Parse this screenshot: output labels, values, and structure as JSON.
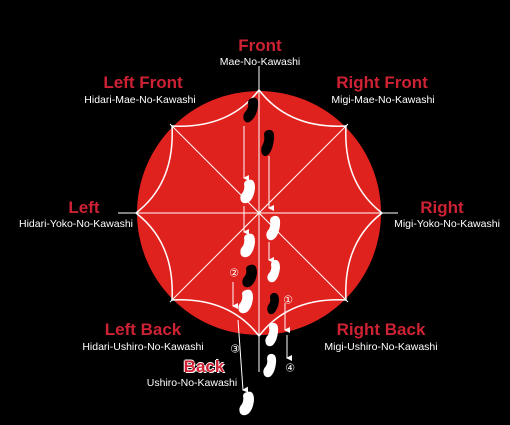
{
  "colors": {
    "background": "#000000",
    "disc": "#e0221e",
    "lines": "#ffffff",
    "title_text": "#cc2233",
    "sub_text": "#ffffff"
  },
  "directions": {
    "front": {
      "title": "Front",
      "sub": "Mae-No-Kawashi"
    },
    "left_front": {
      "title": "Left Front",
      "sub": "Hidari-Mae-No-Kawashi"
    },
    "right_front": {
      "title": "Right Front",
      "sub": "Migi-Mae-No-Kawashi"
    },
    "left": {
      "title": "Left",
      "sub": "Hidari-Yoko-No-Kawashi"
    },
    "right": {
      "title": "Right",
      "sub": "Migi-Yoko-No-Kawashi"
    },
    "left_back": {
      "title": "Left Back",
      "sub": "Hidari-Ushiro-No-Kawashi"
    },
    "right_back": {
      "title": "Right Back",
      "sub": "Migi-Ushiro-No-Kawashi"
    },
    "back": {
      "title": "Back",
      "sub": "Ushiro-No-Kawashi"
    }
  },
  "step_markers": {
    "one": "①",
    "two": "②",
    "three": "③",
    "four": "④"
  },
  "footprints": {
    "black": "#000000",
    "white": "#ffffff"
  }
}
